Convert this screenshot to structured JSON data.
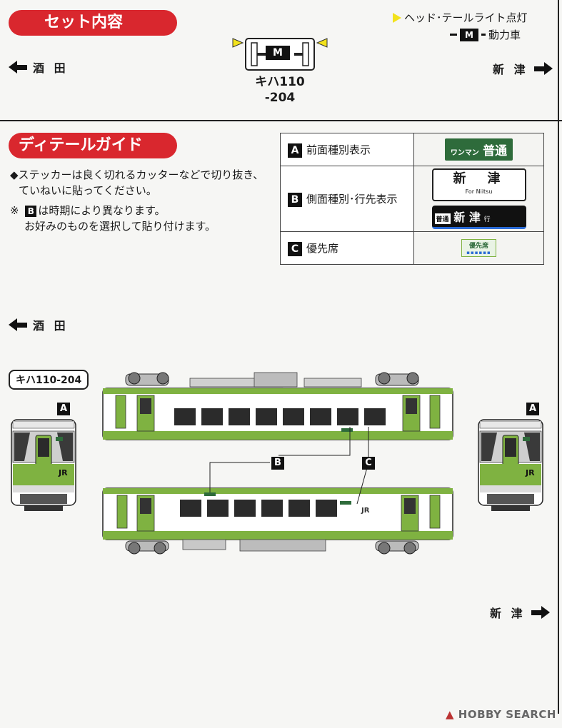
{
  "set_section": {
    "title": "セット内容",
    "legend_headlight": "ヘッド･テールライト点灯",
    "legend_motor_badge": "M",
    "legend_motor": "動力車",
    "dir_left": "酒 田",
    "dir_right": "新 津",
    "car_badge": "M",
    "car_number_line1": "キハ110",
    "car_number_line2": "-204"
  },
  "detail_section": {
    "title": "ディテールガイド",
    "note_line1": "◆ステッカーは良く切れるカッターなどで切り抜き、",
    "note_line2": "ていねいに貼ってください。",
    "note2_prefix": "※",
    "note2_letter": "B",
    "note2_line1": "は時期により異なります。",
    "note2_line2": "お好みのものを選択して貼り付けます。",
    "rows": [
      {
        "letter": "A",
        "label": "前面種別表示",
        "sample": {
          "small": "ワンマン",
          "main": "普通"
        }
      },
      {
        "letter": "B",
        "label": "側面種別･行先表示",
        "sample_white": {
          "main": "新　津",
          "sub": "For Niitsu"
        },
        "sample_dark": {
          "badge": "普通",
          "main": "新 津",
          "suffix": "行"
        }
      },
      {
        "letter": "C",
        "label": "優先席",
        "sample": {
          "main": "優先席"
        }
      }
    ]
  },
  "diagram": {
    "dir_left": "酒 田",
    "dir_right": "新 津",
    "car_label": "キハ110-204",
    "callout_a": "A",
    "callout_b": "B",
    "callout_c": "C",
    "front_jr": "JR",
    "side_jr": "JR"
  },
  "watermark": "HOBBY SEARCH",
  "colors": {
    "accent_red": "#d9272e",
    "body_green": "#7fb241",
    "dark_green": "#2e6b3b",
    "headlight_yellow": "#f2e21c"
  }
}
